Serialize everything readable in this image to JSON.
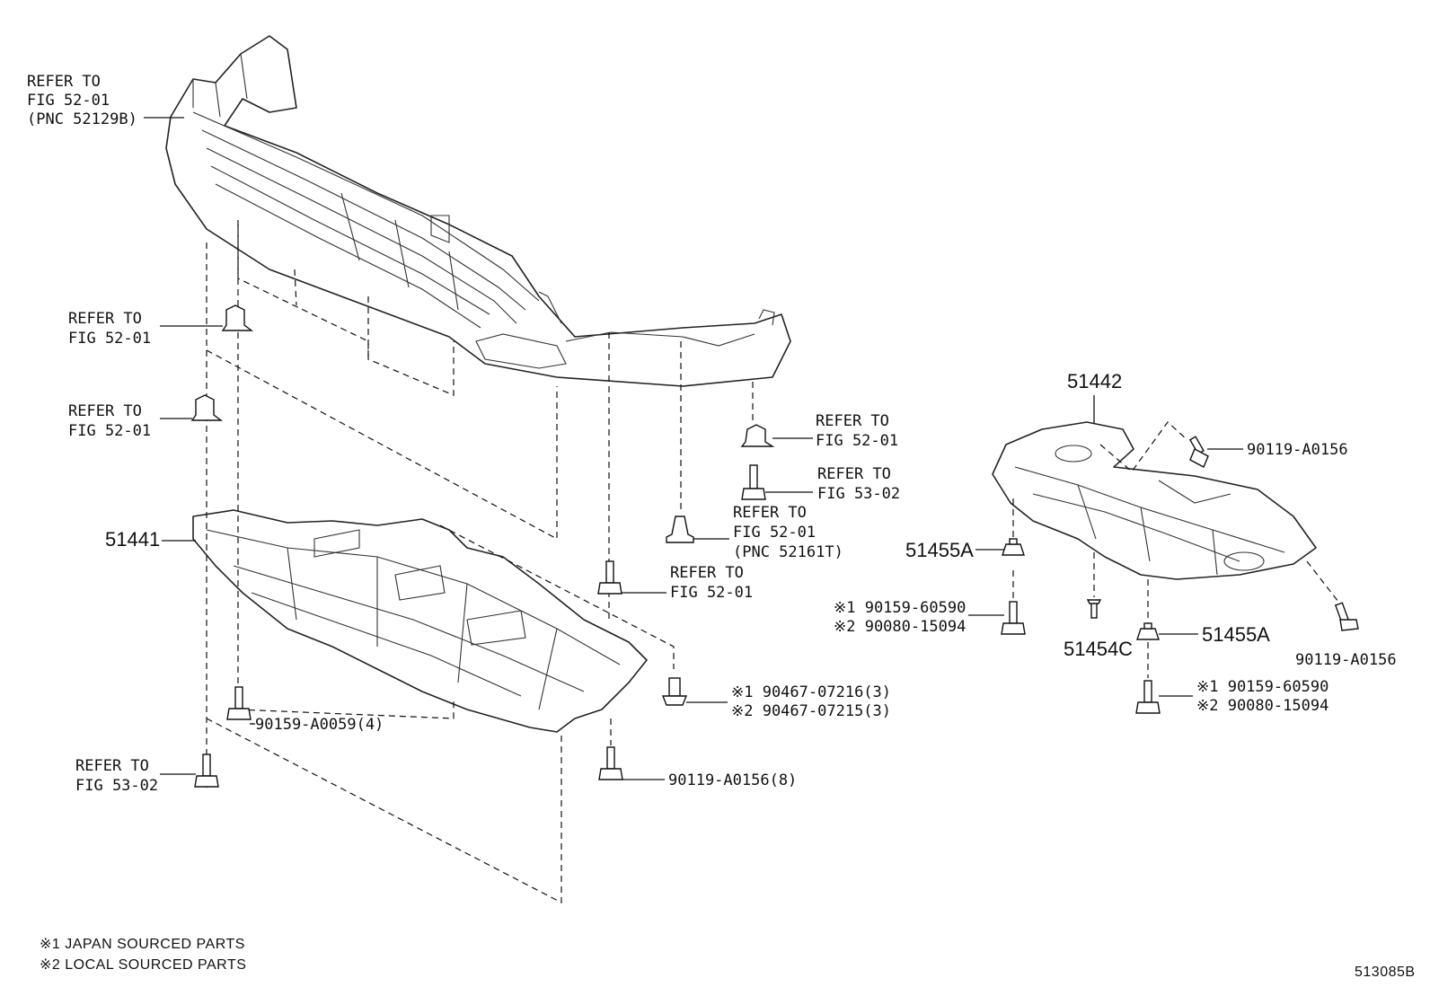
{
  "callouts": {
    "refer_52129b": [
      "REFER TO",
      "FIG 52-01",
      "(PNC 52129B)"
    ],
    "refer_clip_left_1": [
      "REFER TO",
      "FIG 52-01"
    ],
    "refer_clip_left_2": [
      "REFER TO",
      "FIG 52-01"
    ],
    "refer_bolt_left": [
      "REFER TO",
      "FIG 53-02"
    ],
    "refer_clip_right": [
      "REFER TO",
      "FIG 52-01"
    ],
    "refer_bolt_right": [
      "REFER TO",
      "FIG 53-02"
    ],
    "refer_52161t": [
      "REFER TO",
      "FIG 52-01",
      "(PNC 52161T)"
    ],
    "refer_bolt_center": [
      "REFER TO",
      "FIG 52-01"
    ]
  },
  "part_numbers": {
    "cover_front": "51441",
    "cover_rear": "51442",
    "bolt_front_left": "90159-A0059(4)",
    "bolt_front_right": "90119-A0156(8)",
    "clip_front_right_1": "※1 90467-07216(3)",
    "clip_front_right_2": "※2 90467-07215(3)",
    "nut_upper": "51455A",
    "bolt_upper_1": "※1 90159-60590",
    "bolt_upper_2": "※2 90080-15094",
    "bolt_rear_top": "90119-A0156",
    "bolt_rear_right": "90119-A0156",
    "pin": "51454C",
    "nut_lower": "51455A",
    "bolt_lower_1": "※1 90159-60590",
    "bolt_lower_2": "※2 90080-15094"
  },
  "notes": [
    "※1 JAPAN SOURCED PARTS",
    "※2 LOCAL SOURCED PARTS"
  ],
  "figure_id": "513085B"
}
